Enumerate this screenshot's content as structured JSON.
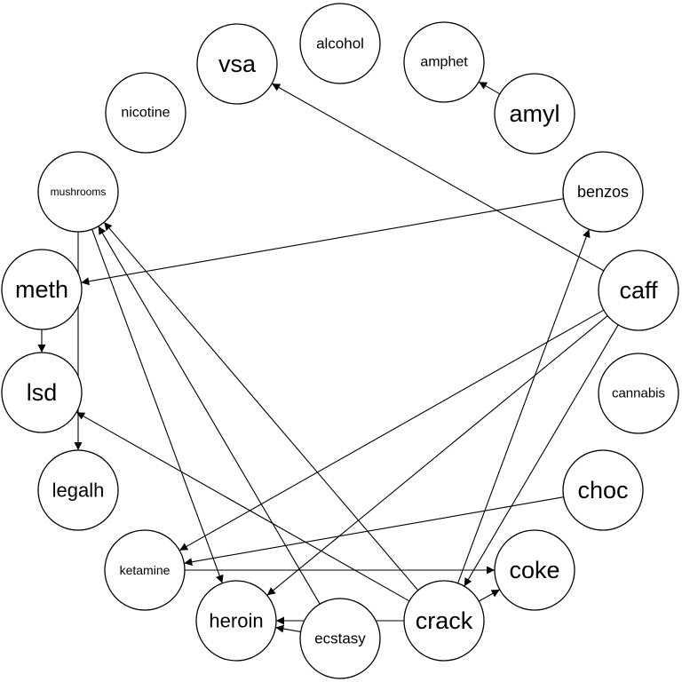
{
  "nodes": [
    {
      "id": "vsa",
      "label": "vsa"
    },
    {
      "id": "alcohol",
      "label": "alcohol"
    },
    {
      "id": "amphet",
      "label": "amphet"
    },
    {
      "id": "nicotine",
      "label": "nicotine"
    },
    {
      "id": "amyl",
      "label": "amyl"
    },
    {
      "id": "mushrooms",
      "label": "mushrooms"
    },
    {
      "id": "benzos",
      "label": "benzos"
    },
    {
      "id": "meth",
      "label": "meth"
    },
    {
      "id": "caff",
      "label": "caff"
    },
    {
      "id": "lsd",
      "label": "lsd"
    },
    {
      "id": "cannabis",
      "label": "cannabis"
    },
    {
      "id": "legalh",
      "label": "legalh"
    },
    {
      "id": "choc",
      "label": "choc"
    },
    {
      "id": "ketamine",
      "label": "ketamine"
    },
    {
      "id": "coke",
      "label": "coke"
    },
    {
      "id": "heroin",
      "label": "heroin"
    },
    {
      "id": "crack",
      "label": "crack"
    },
    {
      "id": "ecstasy",
      "label": "ecstasy"
    }
  ],
  "edges": [
    {
      "from": "caff",
      "to": "vsa"
    },
    {
      "from": "amyl",
      "to": "amphet"
    },
    {
      "from": "benzos",
      "to": "meth"
    },
    {
      "from": "meth",
      "to": "lsd"
    },
    {
      "from": "mushrooms",
      "to": "legalh"
    },
    {
      "from": "mushrooms",
      "to": "heroin"
    },
    {
      "from": "caff",
      "to": "ketamine"
    },
    {
      "from": "caff",
      "to": "heroin"
    },
    {
      "from": "caff",
      "to": "crack"
    },
    {
      "from": "choc",
      "to": "ketamine"
    },
    {
      "from": "ketamine",
      "to": "coke"
    },
    {
      "from": "crack",
      "to": "benzos"
    },
    {
      "from": "crack",
      "to": "coke"
    },
    {
      "from": "crack",
      "to": "mushrooms"
    },
    {
      "from": "crack",
      "to": "lsd"
    },
    {
      "from": "ecstasy",
      "to": "mushrooms"
    },
    {
      "from": "ecstasy",
      "to": "heroin"
    },
    {
      "from": "crack",
      "to": "heroin"
    }
  ]
}
